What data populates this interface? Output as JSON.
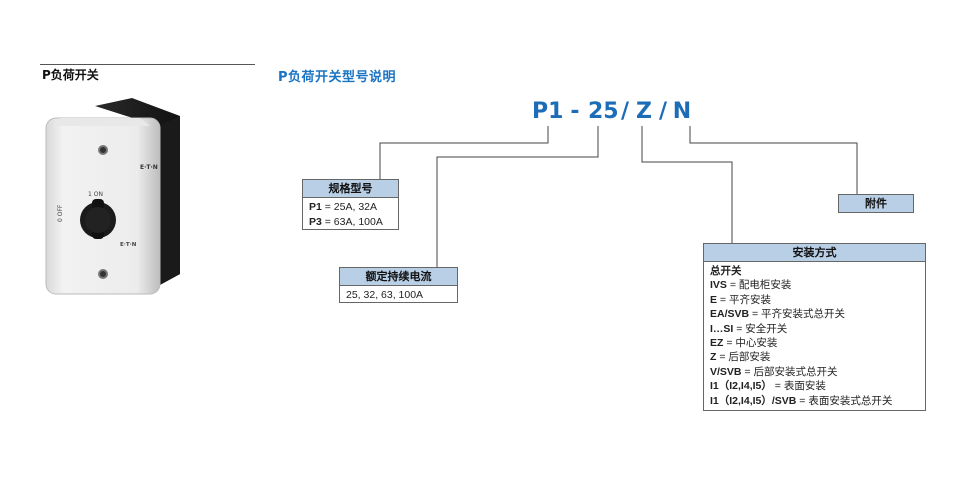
{
  "left_title": "P负荷开关",
  "main_title": "P负荷开关型号说明",
  "code": {
    "parts": [
      "P1",
      "-",
      "25",
      "/",
      "Z",
      "/",
      "N"
    ]
  },
  "product": {
    "brand": "E·T·N",
    "brand_lower": "E·T·N",
    "switch_label_top": "1 ON",
    "switch_label_bottom": "0 OFF"
  },
  "box_model": {
    "title": "规格型号",
    "rows": [
      {
        "key": "P1",
        "value": " = 25A, 32A"
      },
      {
        "key": "P3",
        "value": " = 63A, 100A"
      }
    ]
  },
  "box_current": {
    "title": "额定持续电流",
    "text": "25, 32, 63, 100A"
  },
  "box_accessory": {
    "title": "附件"
  },
  "box_mount": {
    "title": "安装方式",
    "subtitle": "总开关",
    "rows": [
      {
        "key": "IVS",
        "value": " = 配电柜安装"
      },
      {
        "key": "E",
        "value": " = 平齐安装"
      },
      {
        "key": "EA/SVB",
        "value": " = 平齐安装式总开关"
      },
      {
        "key": "I…SI",
        "value": " = 安全开关"
      },
      {
        "key": "EZ",
        "value": " = 中心安装"
      },
      {
        "key": "Z",
        "value": " = 后部安装"
      },
      {
        "key": "V/SVB",
        "value": " = 后部安装式总开关"
      },
      {
        "key": "I1（I2,I4,I5）",
        "value": " = 表面安装"
      },
      {
        "key": "I1（I2,I4,I5）/SVB",
        "value": " = 表面安装式总开关"
      }
    ]
  },
  "colors": {
    "accent": "#1c6cb8",
    "header_fill": "#b9cfe6"
  }
}
